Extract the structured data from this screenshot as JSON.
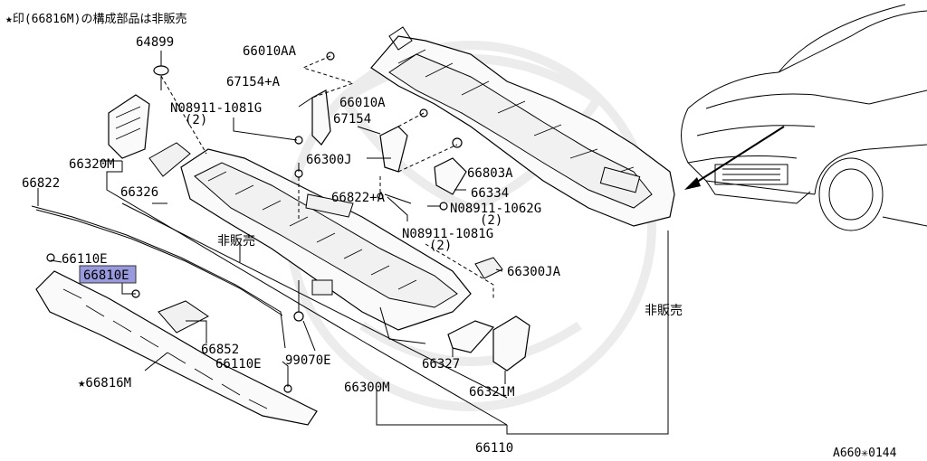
{
  "header": {
    "note": "★印(66816M)の構成部品は非販売"
  },
  "footer": {
    "figure_code": "A660✳0144"
  },
  "parts": {
    "p64899": "64899",
    "p66010AA": "66010AA",
    "p67154A": "67154+A",
    "n08911_1081G_top": "N08911-1081G",
    "qty_top": "(2)",
    "p66010A": "66010A",
    "p67154": "67154",
    "p66320M": "66320M",
    "p66300J": "66300J",
    "p66803A": "66803A",
    "p66326": "66326",
    "p66334": "66334",
    "p66822": "66822",
    "p66822A": "66822+A",
    "n08911_1062G": "N08911-1062G",
    "qty_1062": "(2)",
    "not_sold_1": "非販売",
    "n08911_1081G_mid": "N08911-1081G",
    "qty_mid": "(2)",
    "p66110E_top": "66110E",
    "p66810E": "66810E",
    "p66300JA": "66300JA",
    "not_sold_2": "非販売",
    "p66852": "66852",
    "p66110E_bottom": "66110E",
    "p99070E": "99070E",
    "p66327": "66327",
    "p66816M": "★66816M",
    "p66300M": "66300M",
    "p66321M": "66321M",
    "p66110": "66110"
  }
}
